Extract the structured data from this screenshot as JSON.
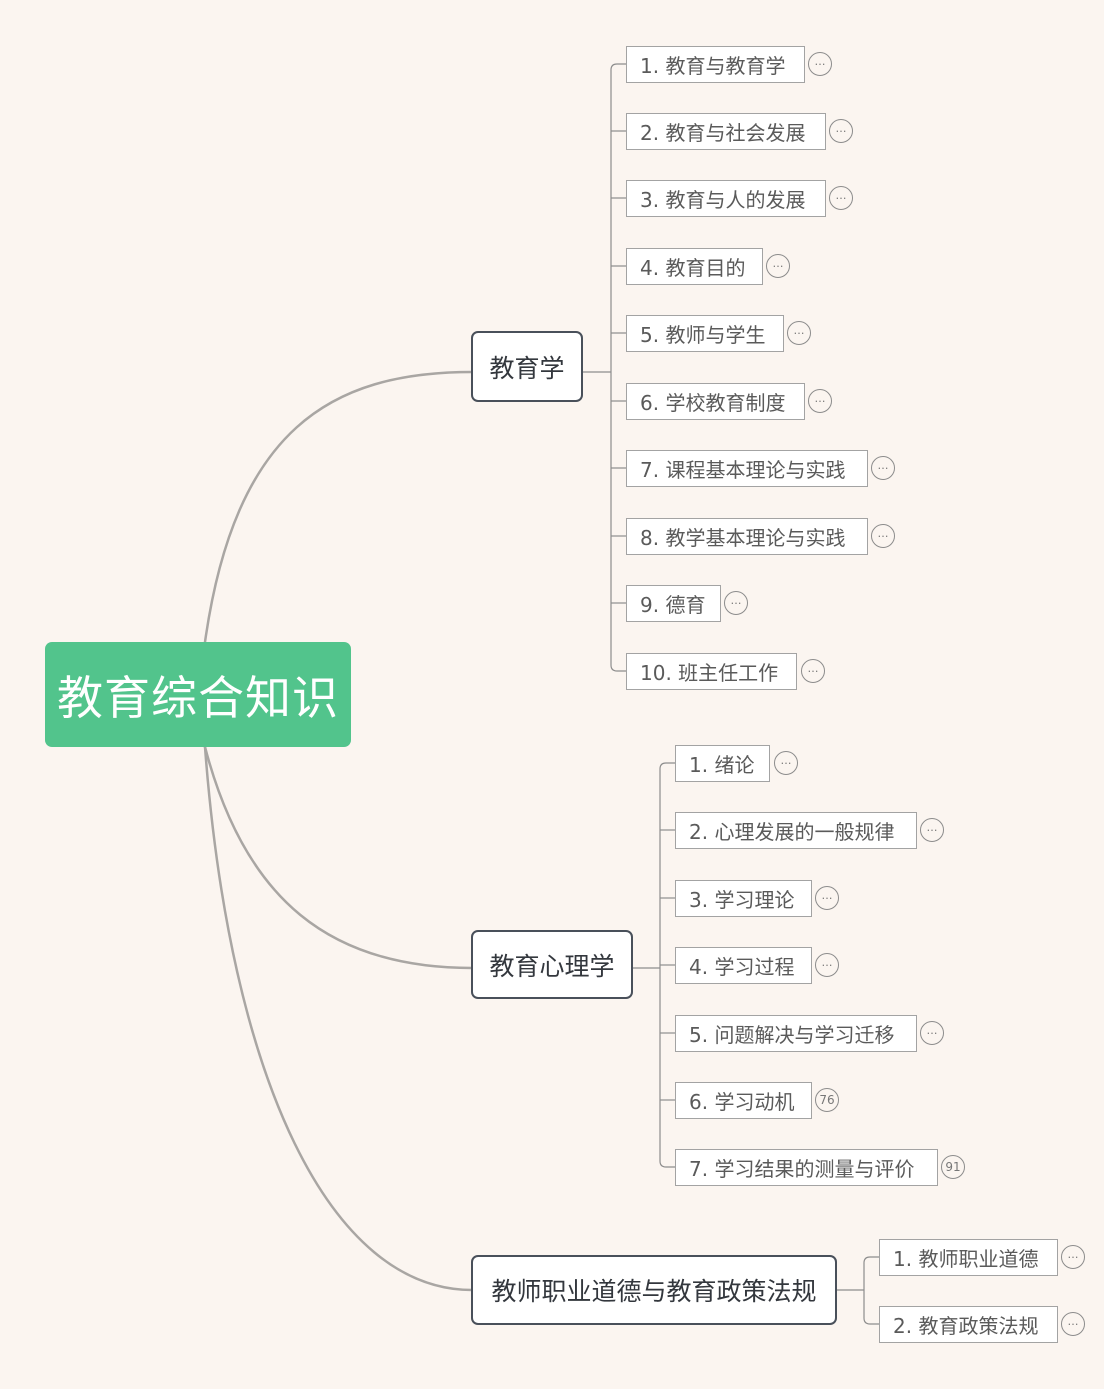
{
  "root": {
    "label": "教育综合知识",
    "color": "#52c48c"
  },
  "branches": [
    {
      "label": "教育学",
      "children": [
        {
          "label": "1. 教育与教育学"
        },
        {
          "label": "2. 教育与社会发展"
        },
        {
          "label": "3. 教育与人的发展"
        },
        {
          "label": "4. 教育目的"
        },
        {
          "label": "5. 教师与学生"
        },
        {
          "label": "6. 学校教育制度"
        },
        {
          "label": "7. 课程基本理论与实践"
        },
        {
          "label": "8. 教学基本理论与实践"
        },
        {
          "label": "9. 德育"
        },
        {
          "label": "10. 班主任工作"
        }
      ]
    },
    {
      "label": "教育心理学",
      "children": [
        {
          "label": "1. 绪论"
        },
        {
          "label": "2. 心理发展的一般规律"
        },
        {
          "label": "3. 学习理论"
        },
        {
          "label": "4. 学习过程"
        },
        {
          "label": "5. 问题解决与学习迁移"
        },
        {
          "label": "6. 学习动机",
          "count": "76"
        },
        {
          "label": "7. 学习结果的测量与评价",
          "count": "91"
        }
      ]
    },
    {
      "label": "教师职业道德与教育政策法规",
      "children": [
        {
          "label": "1. 教师职业道德"
        },
        {
          "label": "2. 教育政策法规"
        }
      ]
    }
  ]
}
